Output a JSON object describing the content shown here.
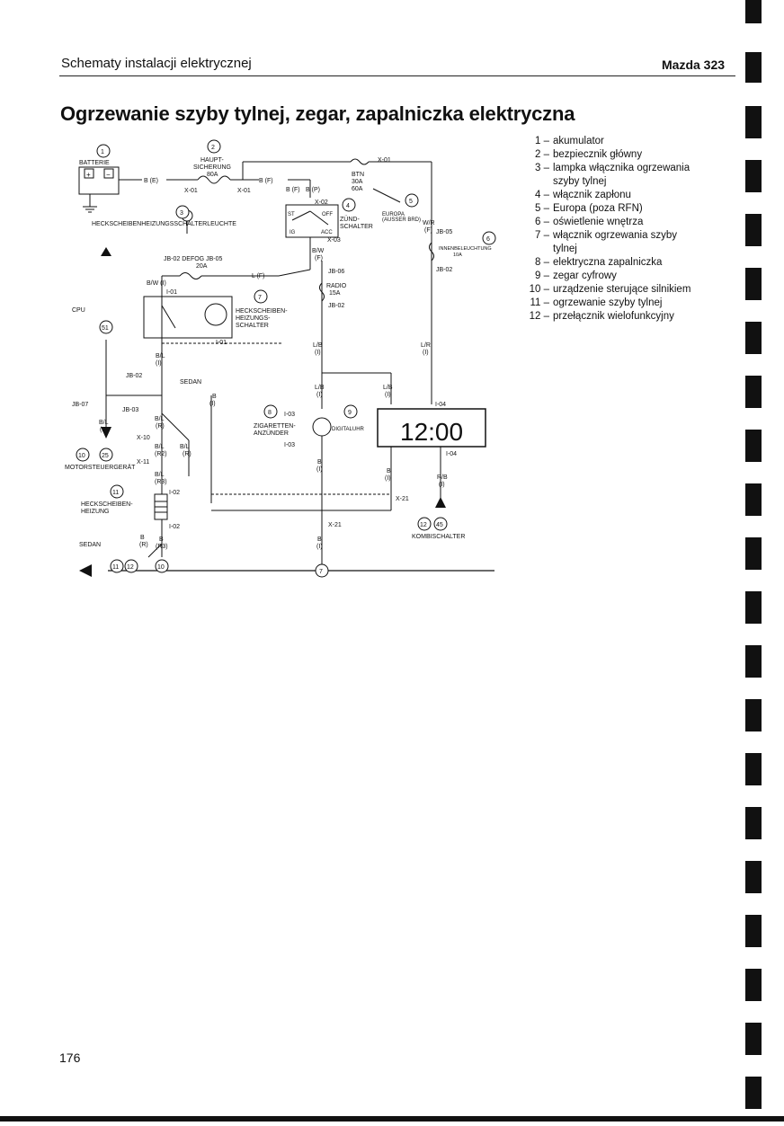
{
  "header": {
    "section": "Schematy instalacji elektrycznej",
    "model": "Mazda 323"
  },
  "title": "Ogrzewanie szyby tylnej, zegar, zapalniczka elektryczna",
  "legend": [
    {
      "num": "1 –",
      "text": "akumulator"
    },
    {
      "num": "2 –",
      "text": "bezpiecznik główny"
    },
    {
      "num": "3 –",
      "text": "lampka włącznika ogrzewania szyby tylnej"
    },
    {
      "num": "4 –",
      "text": "włącznik zapłonu"
    },
    {
      "num": "5 –",
      "text": "Europa (poza RFN)"
    },
    {
      "num": "6 –",
      "text": "oświetlenie wnętrza"
    },
    {
      "num": "7 –",
      "text": "włącznik ogrzewania szyby tylnej"
    },
    {
      "num": "8 –",
      "text": "elektryczna zapalniczka"
    },
    {
      "num": "9 –",
      "text": "zegar cyfrowy"
    },
    {
      "num": "10 –",
      "text": "urządzenie sterujące silnikiem"
    },
    {
      "num": "11 –",
      "text": "ogrzewanie szyby tylnej"
    },
    {
      "num": "12 –",
      "text": "przełącznik wielofunkcyjny"
    }
  ],
  "diagram": {
    "batterie": "BATTERIE",
    "haupt": "HAUPT-",
    "sicherung": "SICHERUNG",
    "amp80": "80A",
    "wire_be": "B (E)",
    "wire_bf": "B (F)",
    "wire_bf2": "B (F)",
    "wire_bp": "B (P)",
    "wire_wr": "W/R",
    "wire_f": "(F)",
    "x01a": "X-01",
    "x01b": "X-01",
    "x01c": "X-01",
    "btn": "BTN",
    "amp30": "30A",
    "amp60": "60A",
    "x02": "X-02",
    "zund1": "ZÜND-",
    "zund2": "SCHALTER",
    "europa1": "EUROPA",
    "europa2": "(AUSSER BRD)",
    "heckleuchte": "HECKSCHEIBENHEIZUNGSSCHALTERLEUCHTE",
    "x03": "X-03",
    "bw": "B/W",
    "bw_f": "(F)",
    "jb05": "JB-05",
    "innen1": "INNENBELEUCHTUNG",
    "innen2": "10A",
    "jb02r": "JB-02",
    "defog": "JB-02 DEFOG JB-05",
    "amp20": "20A",
    "lf": "L (F)",
    "bw_i": "B/W (I)",
    "i01a": "I-01",
    "jb06": "JB-06",
    "radio": "RADIO",
    "amp15": "15A",
    "jb02c": "JB-02",
    "cpu": "CPU",
    "hs1": "HECKSCHEIBEN-",
    "hs2": "HEIZUNGS-",
    "hs3": "SCHALTER",
    "i01b": "I-01",
    "lb1": "L/B",
    "lb1i": "(I)",
    "lr": "L/R",
    "lr_i": "(I)",
    "bl1": "B/L",
    "bl1i": "(I)",
    "jb02l": "JB-02",
    "sedan": "SEDAN",
    "b_i": "B",
    "b_i2": "(I)",
    "jb07": "JB-07",
    "jb03": "JB-03",
    "bl_r": "B/L",
    "bl_r2": "(R)",
    "bl_f": "B/L",
    "bl_f2": "(F)",
    "x10": "X-10",
    "bl_r2a": "B/L",
    "bl_r2b": "(R2)",
    "bl_r3a": "B/L",
    "bl_r3b": "(R)",
    "x11": "X-11",
    "motor": "MOTORSTEUERGERÄT",
    "bl_r3": "B/L",
    "bl_r3c": "(R3)",
    "i02a": "I-02",
    "heck1": "HECKSCHEIBEN-",
    "heck2": "HEIZUNG",
    "i02b": "I-02",
    "b_r": "B",
    "b_r2": "(R)",
    "b_r3": "B",
    "b_r3c": "(R3)",
    "sedan2": "SEDAN",
    "lb2": "L/B",
    "lb2i": "(I)",
    "lb3": "L/B",
    "lb3i": "(I)",
    "i03a": "I-03",
    "zig1": "ZIGARETTEN-",
    "zig2": "ANZÜNDER",
    "digital": "DIGITALUHR",
    "i04a": "I-04",
    "clock": "12:00",
    "i03b": "I-03",
    "i04b": "I-04",
    "b_i3": "B",
    "b_i3i": "(I)",
    "b_i4": "B",
    "b_i4i": "(I)",
    "rb": "R/B",
    "rb_i": "(I)",
    "x21a": "X-21",
    "x21b": "X-21",
    "b_i5": "B",
    "b_i5i": "(I)",
    "kombi": "KOMBISCHALTER",
    "n1": "1",
    "n2": "2",
    "n3": "3",
    "n4": "4",
    "n5": "5",
    "n6": "6",
    "n7": "7",
    "n8": "8",
    "n9": "9",
    "n10": "10",
    "n11": "11",
    "n12": "12",
    "n25": "25",
    "n45": "45",
    "n51": "51",
    "gnd_n11": "11",
    "gnd_n12": "12",
    "gnd_n10": "10",
    "gnd_n7": "7",
    "plus": "+",
    "minus": "−",
    "st": "ST",
    "off": "OFF",
    "ig": "IG",
    "acc": "ACC"
  },
  "page": "176"
}
